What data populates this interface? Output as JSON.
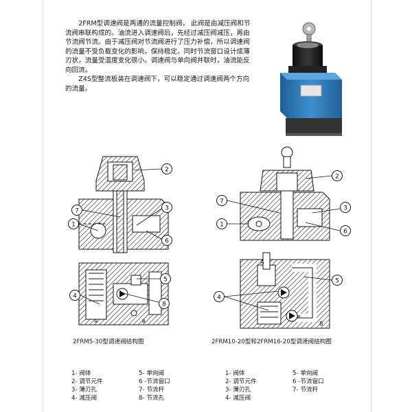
{
  "intro": {
    "p1": "2FRM型调速阀是两通的流量控制阀，  此阀是由减压阀和节流阀串联构成的。油流进入调速阀后，先经过减压阀减压，再由节流阀节流。由于减压阀对节流阀进行了压力补偿，所以调速阀的流量不受负载变化的影响，保持稳定。同时节流窗口设计成薄刃状，流量受温度变化很小。调速阀与单向阀并联时，油流能反向回流。",
    "p2": "Z4S型整流板装在调速阀下，可以稳定通过调速阀两个方向的流量。"
  },
  "figures": {
    "left": {
      "caption": "2FRM5-30型调速阀结构图",
      "callouts": [
        "1",
        "2",
        "3",
        "4",
        "5",
        "6",
        "7",
        "8"
      ]
    },
    "right": {
      "caption": "2FRM10-20型和2FRM16-20型调速阀结构图",
      "callouts": [
        "1",
        "2",
        "3",
        "4",
        "5",
        "6",
        "7"
      ],
      "marks": [
        "A",
        "B",
        "P"
      ]
    }
  },
  "legend_left": [
    {
      "n": "1-",
      "t": "阀体"
    },
    {
      "n": "2-",
      "t": "调节元件"
    },
    {
      "n": "3-",
      "t": "薄刃孔"
    },
    {
      "n": "4-",
      "t": "减压阀"
    },
    {
      "n": "5-",
      "t": "单向阀"
    },
    {
      "n": "6",
      "t": "-节流窗口"
    },
    {
      "n": "7-",
      "t": "节流杆"
    },
    {
      "n": "8-",
      "t": "节流孔"
    }
  ],
  "legend_right": [
    {
      "n": "1-",
      "t": "阀体"
    },
    {
      "n": "2-",
      "t": "调节元件"
    },
    {
      "n": "3-",
      "t": "薄刃孔"
    },
    {
      "n": "4-",
      "t": "减压阀"
    },
    {
      "n": "5-",
      "t": "单向阀"
    },
    {
      "n": "6",
      "t": "-节流窗口"
    },
    {
      "n": "7-",
      "t": "节流杆"
    }
  ],
  "colors": {
    "valve_body": "#2f7fc1",
    "cap_black": "#1c1c1c",
    "hatch": "#222222"
  },
  "icons": {
    "photo": "flow-control-valve-photo",
    "key": "key-icon"
  }
}
